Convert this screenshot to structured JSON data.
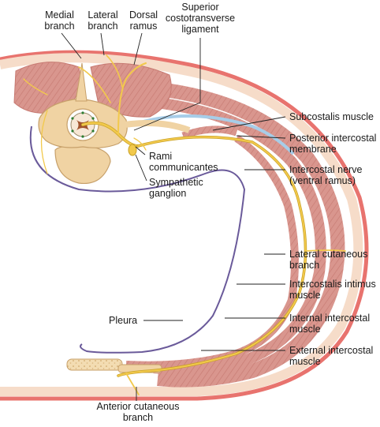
{
  "labels": {
    "medial_branch": [
      "Medial",
      "branch"
    ],
    "lateral_branch": [
      "Lateral",
      "branch"
    ],
    "dorsal_ramus": [
      "Dorsal",
      "ramus"
    ],
    "superior_costotransverse_ligament": [
      "Superior",
      "costotransverse",
      "ligament"
    ],
    "subcostalis_muscle": [
      "Subcostalis muscle"
    ],
    "posterior_intercostal_membrane": [
      "Posterior intercostal",
      "membrane"
    ],
    "rami_communicantes": [
      "Rami",
      "communicantes"
    ],
    "sympathetic_ganglion": [
      "Sympathetic",
      "ganglion"
    ],
    "intercostal_nerve": [
      "Intercostal nerve",
      "(ventral ramus)"
    ],
    "lateral_cutaneous_branch": [
      "Lateral cutaneous",
      "branch"
    ],
    "intercostalis_intimus_muscle": [
      "Intercostalis intimus",
      "muscle"
    ],
    "pleura": [
      "Pleura"
    ],
    "internal_intercostal_muscle": [
      "Internal intercostal",
      "muscle"
    ],
    "external_intercostal_muscle": [
      "External intercostal",
      "muscle"
    ],
    "anterior_cutaneous_branch": [
      "Anterior cutaneous",
      "branch"
    ]
  },
  "colors": {
    "skin": "#e8736e",
    "fat": "#f6dcc9",
    "muscle": "#d9968e",
    "muscle_dark": "#c77a72",
    "bone": "#f0d3a3",
    "bone_edge": "#c7a06a",
    "nerve": "#f2c94c",
    "nerve_edge": "#c9a227",
    "membrane": "#a7cde8",
    "pleura": "#6a5a9a",
    "leader": "#222222"
  }
}
